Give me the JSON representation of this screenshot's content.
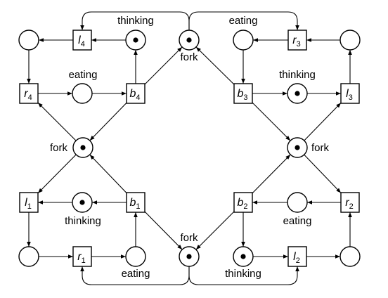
{
  "places": [
    {
      "id": "f_top",
      "label": "fork",
      "token": true
    },
    {
      "id": "f_left",
      "label": "fork",
      "token": true
    },
    {
      "id": "f_right",
      "label": "fork",
      "token": true
    },
    {
      "id": "f_bottom",
      "label": "fork",
      "token": true
    },
    {
      "id": "p4_idle",
      "label": "",
      "token": false
    },
    {
      "id": "p4_think",
      "label": "thinking",
      "token": true
    },
    {
      "id": "p4_eat",
      "label": "eating",
      "token": false
    },
    {
      "id": "p3_idle",
      "label": "",
      "token": false
    },
    {
      "id": "p3_eat",
      "label": "eating",
      "token": false
    },
    {
      "id": "p3_think",
      "label": "thinking",
      "token": true
    },
    {
      "id": "p1_think",
      "label": "thinking",
      "token": true
    },
    {
      "id": "p1_idle",
      "label": "",
      "token": false
    },
    {
      "id": "p1_eat",
      "label": "eating",
      "token": false
    },
    {
      "id": "p2_eat",
      "label": "eating",
      "token": false
    },
    {
      "id": "p2_think",
      "label": "thinking",
      "token": true
    },
    {
      "id": "p2_idle",
      "label": "",
      "token": false
    }
  ],
  "transitions": [
    {
      "id": "l4",
      "letter": "l",
      "index": "4"
    },
    {
      "id": "r4",
      "letter": "r",
      "index": "4"
    },
    {
      "id": "b4",
      "letter": "b",
      "index": "4"
    },
    {
      "id": "r3",
      "letter": "r",
      "index": "3"
    },
    {
      "id": "b3",
      "letter": "b",
      "index": "3"
    },
    {
      "id": "l3",
      "letter": "l",
      "index": "3"
    },
    {
      "id": "l1",
      "letter": "l",
      "index": "1"
    },
    {
      "id": "b1",
      "letter": "b",
      "index": "1"
    },
    {
      "id": "r1",
      "letter": "r",
      "index": "1"
    },
    {
      "id": "b2",
      "letter": "b",
      "index": "2"
    },
    {
      "id": "r2",
      "letter": "r",
      "index": "2"
    },
    {
      "id": "l2",
      "letter": "l",
      "index": "2"
    }
  ],
  "arcs": [
    [
      "p4_think",
      "l4"
    ],
    [
      "l4",
      "p4_idle"
    ],
    [
      "p4_idle",
      "r4"
    ],
    [
      "r4",
      "p4_eat"
    ],
    [
      "p4_eat",
      "b4"
    ],
    [
      "b4",
      "p4_think"
    ],
    [
      "b4",
      "f_top"
    ],
    [
      "b4",
      "f_left"
    ],
    [
      "f_left",
      "r4"
    ],
    [
      "f_top",
      "l4"
    ],
    [
      "l3",
      "p3_idle"
    ],
    [
      "p3_idle",
      "r3"
    ],
    [
      "r3",
      "p3_eat"
    ],
    [
      "p3_eat",
      "b3"
    ],
    [
      "b3",
      "p3_think"
    ],
    [
      "p3_think",
      "l3"
    ],
    [
      "b3",
      "f_top"
    ],
    [
      "b3",
      "f_right"
    ],
    [
      "f_right",
      "l3"
    ],
    [
      "f_top",
      "r3"
    ],
    [
      "p1_think",
      "l1"
    ],
    [
      "l1",
      "p1_idle"
    ],
    [
      "p1_idle",
      "r1"
    ],
    [
      "r1",
      "p1_eat"
    ],
    [
      "p1_eat",
      "b1"
    ],
    [
      "b1",
      "p1_think"
    ],
    [
      "b1",
      "f_left"
    ],
    [
      "b1",
      "f_bottom"
    ],
    [
      "f_left",
      "l1"
    ],
    [
      "f_bottom",
      "r1"
    ],
    [
      "r2",
      "p2_eat"
    ],
    [
      "p2_eat",
      "b2"
    ],
    [
      "b2",
      "p2_think"
    ],
    [
      "p2_think",
      "l2"
    ],
    [
      "l2",
      "p2_idle"
    ],
    [
      "p2_idle",
      "r2"
    ],
    [
      "b2",
      "f_bottom"
    ],
    [
      "b2",
      "f_right"
    ],
    [
      "f_right",
      "r2"
    ],
    [
      "f_bottom",
      "l2"
    ]
  ]
}
